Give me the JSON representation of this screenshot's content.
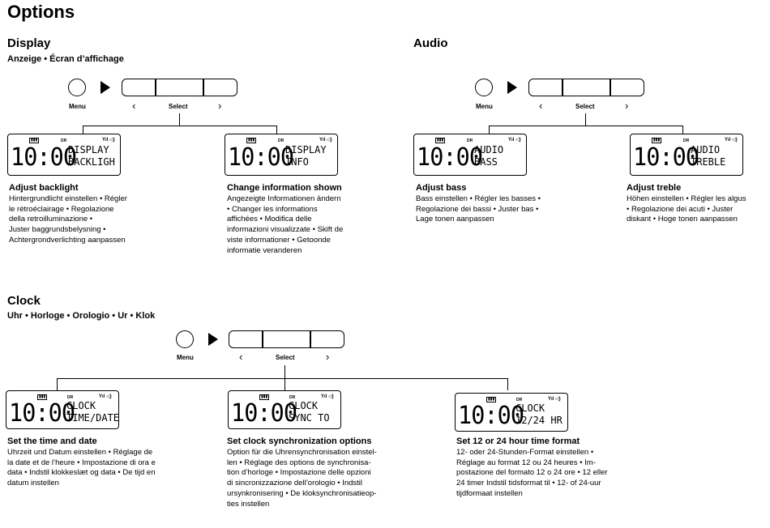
{
  "title": "Options",
  "display": {
    "title": "Display",
    "subtitle": "Anzeige • Écran d’affichage",
    "menu_label": "Menu",
    "select_label": "Select",
    "items": [
      {
        "big": "10:00",
        "line1": "DISPLAY",
        "line2": "BACKLIGH",
        "caption": "Adjust backlight",
        "desc": [
          "Hintergrundlicht einstellen • Régler",
          "le rétroéclairage • Regolazione",
          "della retroilluminazione •",
          "Juster baggrundsbelysning •",
          "Achtergrondverlichting aanpassen"
        ]
      },
      {
        "big": "10:00",
        "line1": "DISPLAY",
        "line2": "INFO",
        "caption": "Change information shown",
        "desc": [
          "Angezeigte Informationen ändern",
          "• Changer les informations",
          "affichées • Modifica delle",
          "informazioni visualizzate • Skift de",
          "viste informationer • Getoonde",
          "informatie veranderen"
        ]
      }
    ]
  },
  "audio": {
    "title": "Audio",
    "menu_label": "Menu",
    "select_label": "Select",
    "items": [
      {
        "big": "10:00",
        "line1": "AUDIO",
        "line2": "BASS",
        "caption": "Adjust bass",
        "desc": [
          "Bass einstellen • Régler les basses •",
          "Regolazione dei bassi • Juster bas •",
          "Lage tonen aanpassen"
        ]
      },
      {
        "big": "10:00",
        "line1": "AUDIO",
        "line2": "TREBLE",
        "caption": "Adjust treble",
        "desc": [
          "Höhen einstellen • Régler les algus",
          "• Regolazione dei acuti • Juster",
          "diskant • Hoge tonen aanpassen"
        ]
      }
    ]
  },
  "clock": {
    "title": "Clock",
    "subtitle": "Uhr • Horloge • Orologio • Ur • Klok",
    "menu_label": "Menu",
    "select_label": "Select",
    "items": [
      {
        "big": "10:00",
        "line1": "CLOCK",
        "line2": "TIME/DATE",
        "caption": "Set the time and date",
        "desc": [
          "Uhrzeit und Datum einstellen • Réglage de",
          "la date et de l’heure • Impostazione di ora e",
          "data • Indstil klokkeslæt og data • De tijd en",
          "datum instellen"
        ]
      },
      {
        "big": "10:00",
        "line1": "CLOCK",
        "line2": "SYNC TO",
        "caption": "Set clock synchronization options",
        "desc": [
          "Option für die Uhrensynchronisation einstel-",
          "len • Réglage des options de synchronisa-",
          "tion d’horloge • Impostazione delle opzioni",
          "di sincronizzazione dell’orologio • Indstil",
          "ursynkronisering • De kloksynchronisatieop-",
          "ties instellen"
        ]
      },
      {
        "big": "10:00",
        "line1": "CLOCK",
        "line2": "12/24 HR",
        "caption": "Set 12 or 24 hour time format",
        "desc": [
          "12- oder 24-Stunden-Format einstellen •",
          "Réglage au format 12 ou 24 heures • Im-",
          "postazione del formato 12 o 24 ore • 12 eller",
          "24 timer Indstil tidsformat til • 12- of 24-uur",
          "tijdformaat instellen"
        ]
      }
    ]
  },
  "lcd_icons": {
    "battery": "▮▮▮",
    "dr": "DR",
    "signal": "Yıl ◁)"
  }
}
